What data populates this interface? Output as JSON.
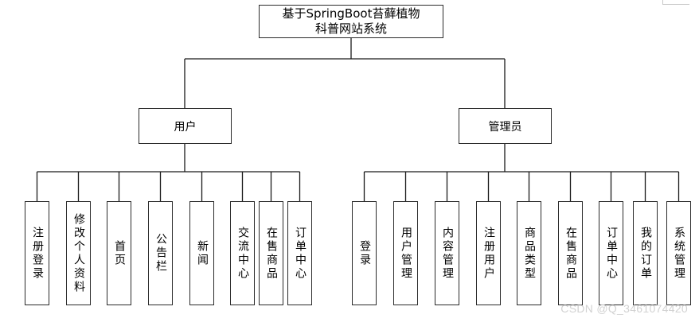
{
  "root": {
    "line1": "基于SpringBoot苔藓植物",
    "line2": "科普网站系统"
  },
  "user": {
    "label": "用户",
    "leaves": [
      "注册登录",
      "修改个人资料",
      "首页",
      "公告栏",
      "新闻",
      "交流中心",
      "在售商品",
      "订单中心"
    ]
  },
  "admin": {
    "label": "管理员",
    "leaves": [
      "登录",
      "用户管理",
      "内容管理",
      "注册用户",
      "商品类型",
      "在售商品",
      "订单中心",
      "我的订单",
      "系统管理"
    ]
  },
  "watermark": "CSDN @Q_3461074420"
}
